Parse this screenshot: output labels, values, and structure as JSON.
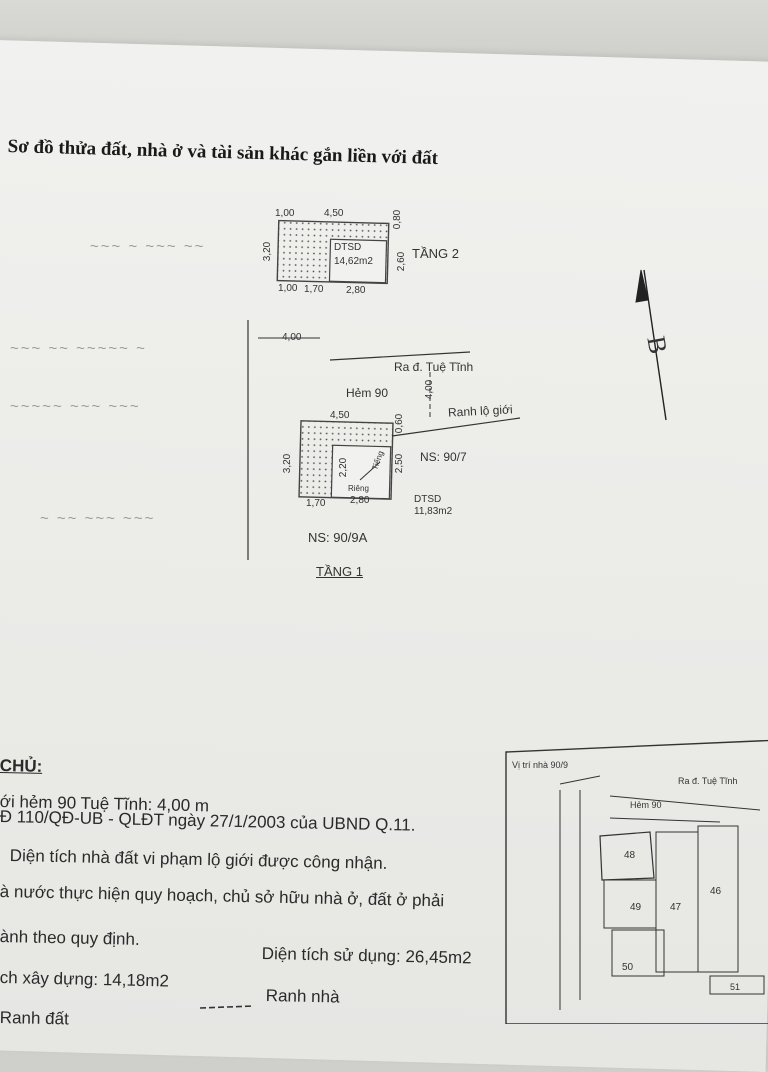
{
  "title": "Sơ đồ thửa đất, nhà ở và tài sản khác gắn liền với đất",
  "floor2": {
    "label": "TẦNG 2",
    "dtsd_label": "DTSD",
    "dtsd_area": "14,62m2",
    "dim_top_left": "1,00",
    "dim_top": "4,50",
    "dim_right_top": "0,80",
    "dim_right": "2,60",
    "dim_left": "3,20",
    "dim_bottom_1": "1,00",
    "dim_bottom_2": "1,70",
    "dim_bottom_3": "2,80"
  },
  "floor1": {
    "label": "TẦNG 1",
    "hem": "Hẻm 90",
    "road_label": "Ra đ. Tuệ Tĩnh",
    "setback_label": "Ranh lộ giới",
    "dim_front": "4,00",
    "dim_setback": "4,00",
    "dim_top": "4,50",
    "dim_right_top": "0,60",
    "dim_left": "3,20",
    "dim_inner_1": "2,20",
    "dim_inner_2": "2,50",
    "dim_bottom_1": "1,70",
    "dim_bottom_2": "2,80",
    "inner_label_1": "Riêng",
    "inner_label_2": "Tiếng",
    "dtsd_label": "DTSD",
    "dtsd_area": "11,83m2",
    "ns_right": "NS: 90/7",
    "ns_bottom": "NS: 90/9A"
  },
  "north_label": "B",
  "notes": {
    "heading": "CHỦ:",
    "line1": "ới hẻm 90 Tuệ Tĩnh: 4,00 m",
    "line2": "Đ 110/QĐ-UB - QLĐT ngày 27/1/2003 của UBND Q.11.",
    "line3": "Diện tích nhà đất vi phạm lộ giới được công nhận.",
    "line4": "à nước thực hiện quy hoạch, chủ sở hữu nhà ở, đất ở phải",
    "line5": "ành theo quy định.",
    "line6_a": "ch xây dựng: 14,18m2",
    "line6_b": "Diện tích sử dụng: 26,45m2",
    "legend_house": "Ranh nhà",
    "legend_land": "Ranh đất"
  },
  "location_map": {
    "title": "Vị trí nhà 90/9",
    "road": "Ra đ. Tuệ Tĩnh",
    "hem": "Hẻm 90",
    "lots": [
      "48",
      "49",
      "47",
      "46",
      "50",
      "51"
    ]
  }
}
